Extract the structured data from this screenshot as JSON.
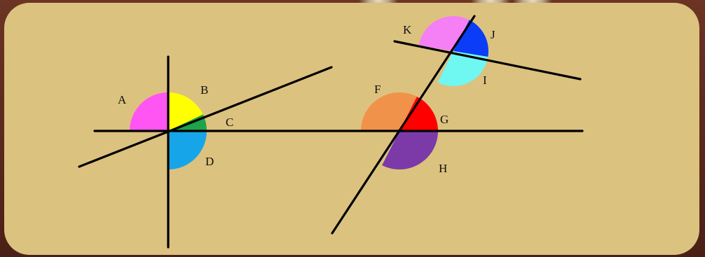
{
  "diagram": {
    "labels": {
      "A": "A",
      "B": "B",
      "C": "C",
      "D": "D",
      "E_note": "",
      "F": "F",
      "G": "G",
      "H": "H",
      "I": "I",
      "J": "J",
      "K": "K"
    },
    "colors": {
      "board": "#dcc27f",
      "line": "#000000",
      "A": "#ff55f2",
      "B": "#ffff00",
      "C": "#1fa34a",
      "D": "#16a5e8",
      "F": "#f0924a",
      "G": "#ff0000",
      "H": "#7b3aa8",
      "I": "#6ff7f2",
      "J": "#0a3df5",
      "K": "#f57ff5"
    }
  }
}
